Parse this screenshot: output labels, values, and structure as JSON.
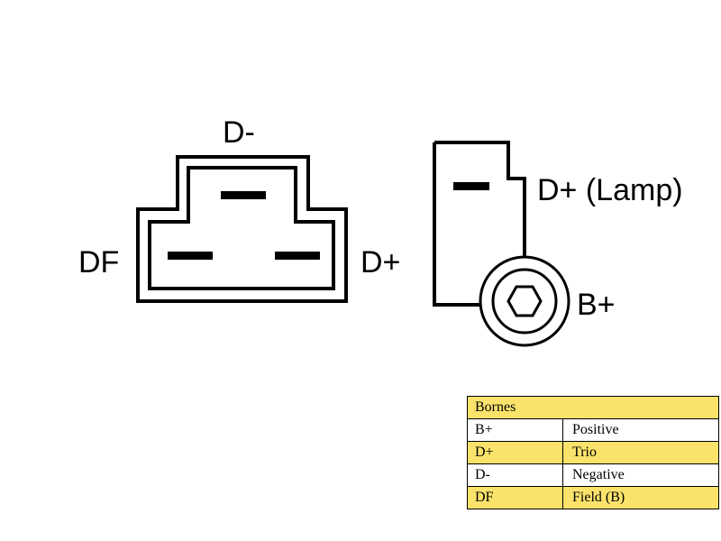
{
  "connector_left": {
    "labels": {
      "top": "D-",
      "left": "DF",
      "right": "D+"
    }
  },
  "connector_right": {
    "labels": {
      "lamp": "D+ (Lamp)",
      "battery": "B+"
    }
  },
  "table": {
    "header": "Bornes",
    "rows": [
      {
        "terminal": "B+",
        "description": "Positive",
        "highlight": false
      },
      {
        "terminal": "D+",
        "description": "Trio",
        "highlight": true
      },
      {
        "terminal": "D-",
        "description": "Negative",
        "highlight": false
      },
      {
        "terminal": "DF",
        "description": "Field (B)",
        "highlight": true
      }
    ]
  },
  "colors": {
    "highlight": "#fbe36b",
    "stroke": "#000000",
    "background": "#ffffff"
  }
}
